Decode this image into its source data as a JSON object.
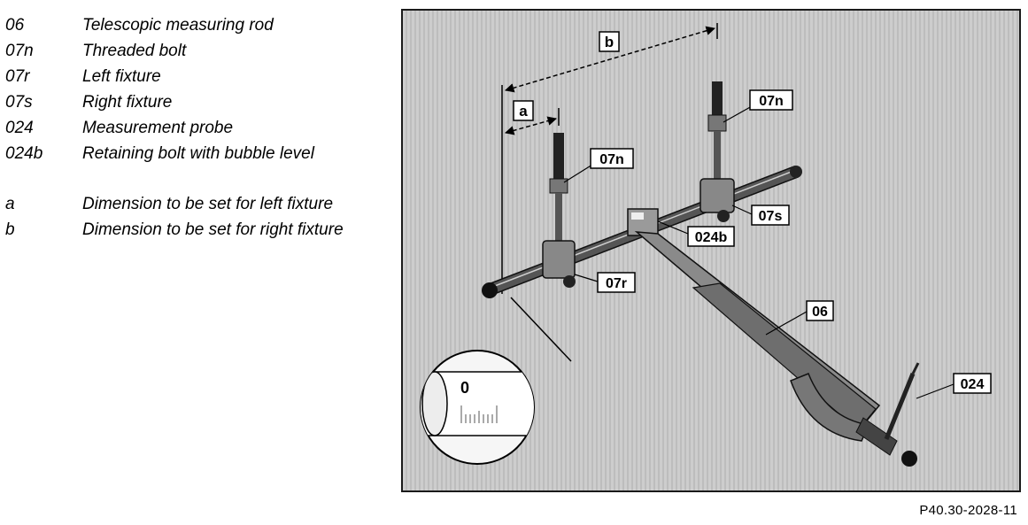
{
  "legend": {
    "items": [
      {
        "code": "06",
        "desc": "Telescopic measuring rod"
      },
      {
        "code": "07n",
        "desc": "Threaded bolt"
      },
      {
        "code": "07r",
        "desc": "Left fixture"
      },
      {
        "code": "07s",
        "desc": "Right fixture"
      },
      {
        "code": "024",
        "desc": "Measurement probe"
      },
      {
        "code": "024b",
        "desc": "Retaining bolt with bubble level"
      }
    ],
    "dimensions": [
      {
        "code": "a",
        "desc": "Dimension to be set for left fixture"
      },
      {
        "code": "b",
        "desc": "Dimension to be set for right fixture"
      }
    ]
  },
  "figure": {
    "callouts": {
      "a": "a",
      "b": "b",
      "n_left": "07n",
      "n_right": "07n",
      "r": "07r",
      "s": "07s",
      "bolt": "024b",
      "rod": "06",
      "probe": "024",
      "zero": "0"
    }
  },
  "reference": "P40.30-2028-11"
}
